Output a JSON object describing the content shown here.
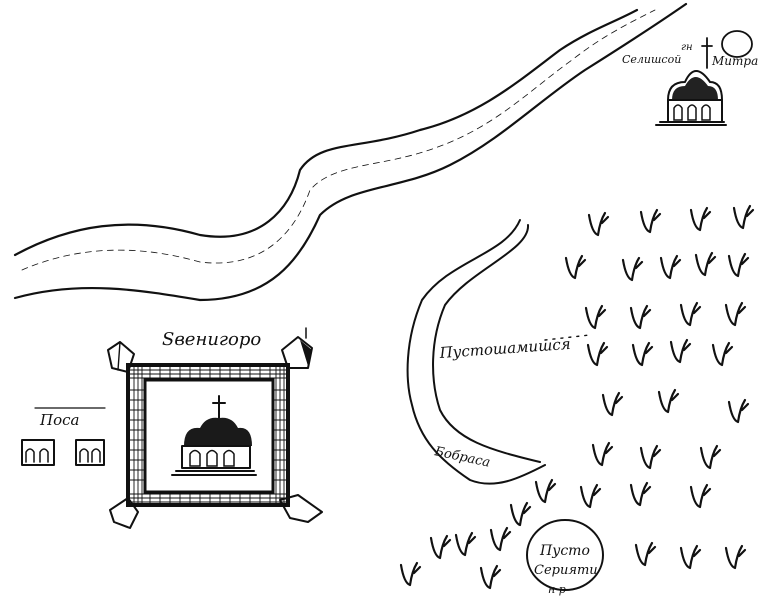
{
  "map": {
    "labels": {
      "town": "Sвенигоро",
      "posad": "Поса",
      "monastery_line1": "гн",
      "monastery_line2": "Селишсой",
      "monastery_line3": "Митра",
      "wasteland": "Пустошамишся",
      "stream": "Бобраса",
      "wasteland2_line1": "Пусто",
      "wasteland2_line2": "Серияти",
      "wasteland2_line3": "н р"
    },
    "colors": {
      "ink": "#111111",
      "paper": "#ffffff"
    },
    "icons": [
      "church-icon",
      "grass-tuft-icon",
      "house-icon",
      "tower-icon"
    ]
  }
}
